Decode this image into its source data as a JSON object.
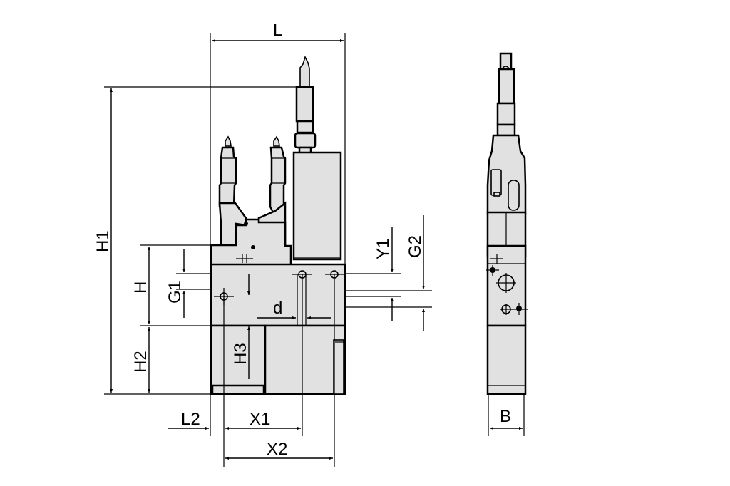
{
  "drawing": {
    "title": "Gripper dimension drawing",
    "colors": {
      "part_fill": "#e1e1e1",
      "line": "#000000",
      "background": "#ffffff"
    },
    "views": [
      "front-view",
      "side-view"
    ],
    "dimensions": {
      "L": "L",
      "H1": "H1",
      "H": "H",
      "H2": "H2",
      "H3": "H3",
      "G1": "G1",
      "G2": "G2",
      "Y1": "Y1",
      "d": "d",
      "L2": "L2",
      "X1": "X1",
      "X2": "X2",
      "B": "B"
    }
  }
}
